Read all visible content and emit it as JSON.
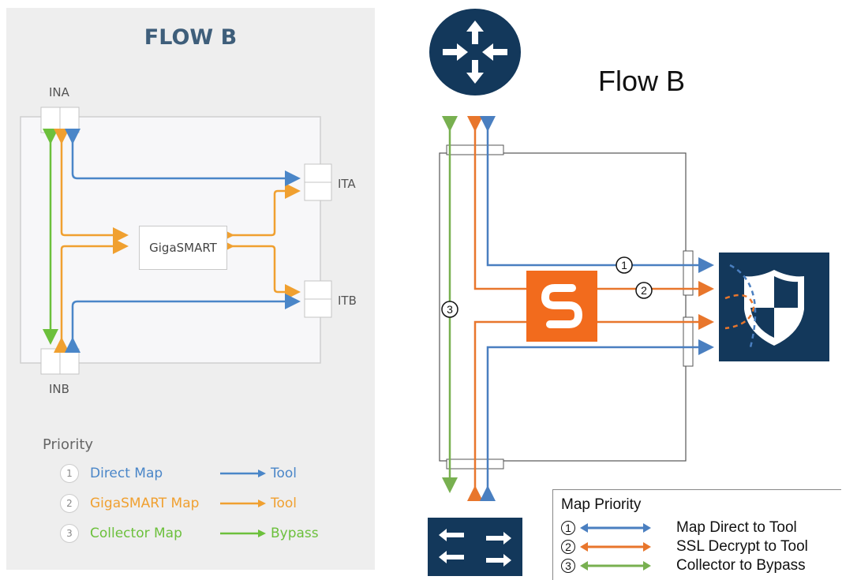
{
  "left": {
    "title": "FLOW B",
    "ports": {
      "ina": "INA",
      "inb": "INB",
      "ita": "ITA",
      "itb": "ITB"
    },
    "gigasmart": "GigaSMART",
    "priority_title": "Priority",
    "priorities": [
      {
        "num": "1",
        "name": "Direct Map",
        "target": "Tool",
        "color": "#4a86c8"
      },
      {
        "num": "2",
        "name": "GigaSMART Map",
        "target": "Tool",
        "color": "#f0a030"
      },
      {
        "num": "3",
        "name": "Collector Map",
        "target": "Bypass",
        "color": "#6cc03c"
      }
    ]
  },
  "right": {
    "title": "Flow B",
    "path_labels": [
      "1",
      "2",
      "3"
    ],
    "legend": {
      "title": "Map Priority",
      "rows": [
        {
          "num": "1",
          "label": "Map Direct to Tool",
          "color": "#4a7fc0"
        },
        {
          "num": "2",
          "label": "SSL Decrypt to Tool",
          "color": "#e8762c"
        },
        {
          "num": "3",
          "label": "Collector to Bypass",
          "color": "#78b050"
        }
      ]
    },
    "icons": {
      "router": "router-icon",
      "shield": "shield-icon",
      "switch": "switch-icon",
      "gigasmart": "gigasmart-logo-icon"
    },
    "colors": {
      "navy": "#13385b",
      "orange": "#f26b1d"
    }
  }
}
